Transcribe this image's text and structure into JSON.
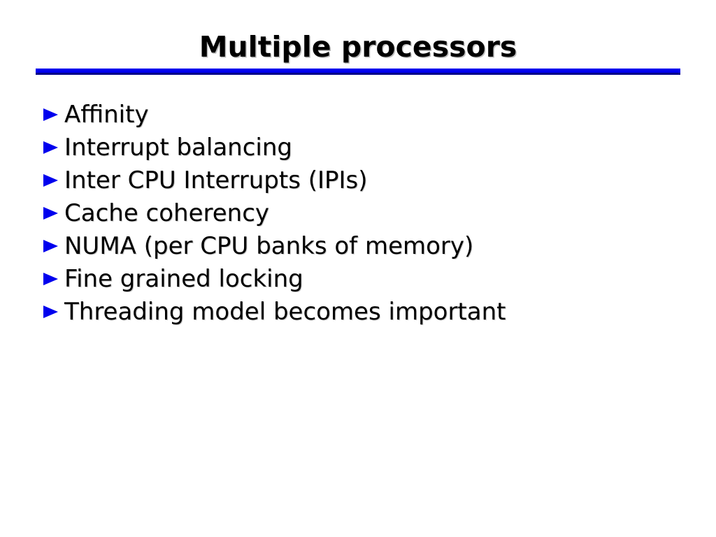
{
  "slide": {
    "title": "Multiple processors",
    "bullets": [
      "Affinity",
      "Interrupt balancing",
      "Inter CPU Interrupts (IPIs)",
      "Cache coherency",
      "NUMA (per CPU banks of memory)",
      "Fine grained locking",
      "Threading model becomes important"
    ],
    "bullet_icon": "triangle-right-icon",
    "colors": {
      "background": "#ffffff",
      "text": "#000000",
      "bullet": "#0000ee",
      "rule_top": "#0000ee",
      "rule_bottom": "#000088"
    }
  }
}
